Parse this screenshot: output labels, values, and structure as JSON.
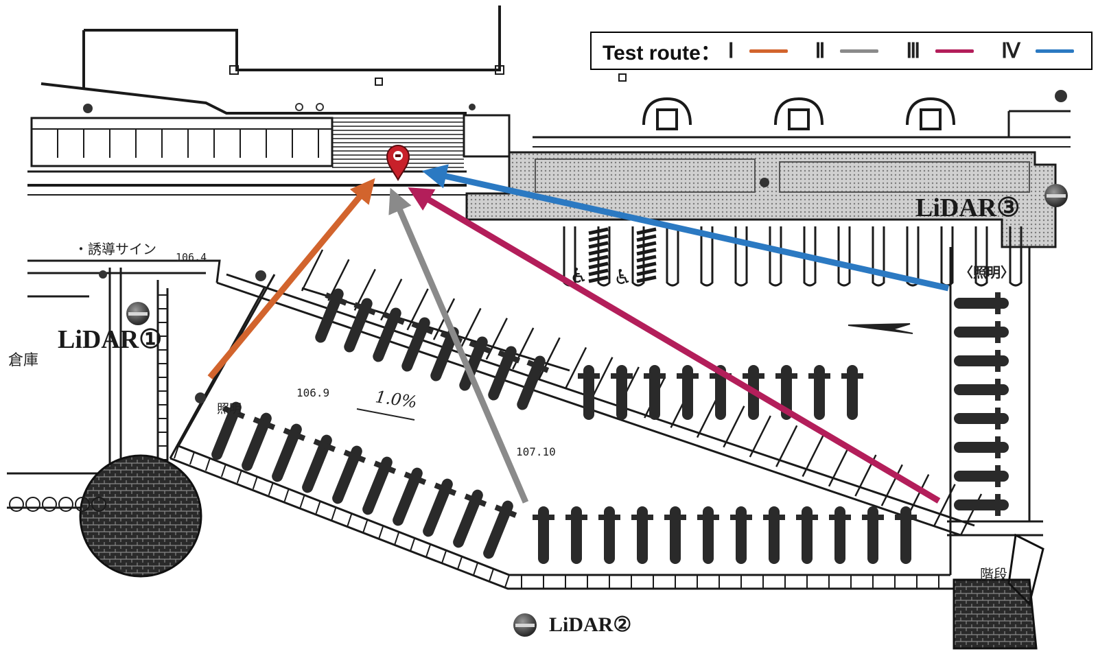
{
  "legend": {
    "title": "Test route：",
    "routes": [
      {
        "label": "Ⅰ",
        "color": "#D2642D"
      },
      {
        "label": "Ⅱ",
        "color": "#8A8A8A"
      },
      {
        "label": "Ⅲ",
        "color": "#B31E5A"
      },
      {
        "label": "Ⅳ",
        "color": "#2B79C2"
      }
    ]
  },
  "sensors": {
    "lidar1": "LiDAR①",
    "lidar2": "LiDAR②",
    "lidar3": "LiDAR③"
  },
  "plan_labels": {
    "guide_sign": "・誘導サイン",
    "elev_a": "106.4",
    "elev_b": "106.9",
    "elev_c": "107.10",
    "slope": "1.0%",
    "lighting": "〈照明〉",
    "lighting_short": "照明",
    "storage": "倉庫",
    "stairs": "階段"
  },
  "destination_marker": "map-pin-icon",
  "colors": {
    "route_I": "#D2642D",
    "route_II": "#8A8A8A",
    "route_III": "#B31E5A",
    "route_IV": "#2B79C2",
    "pin": "#C8202A"
  }
}
